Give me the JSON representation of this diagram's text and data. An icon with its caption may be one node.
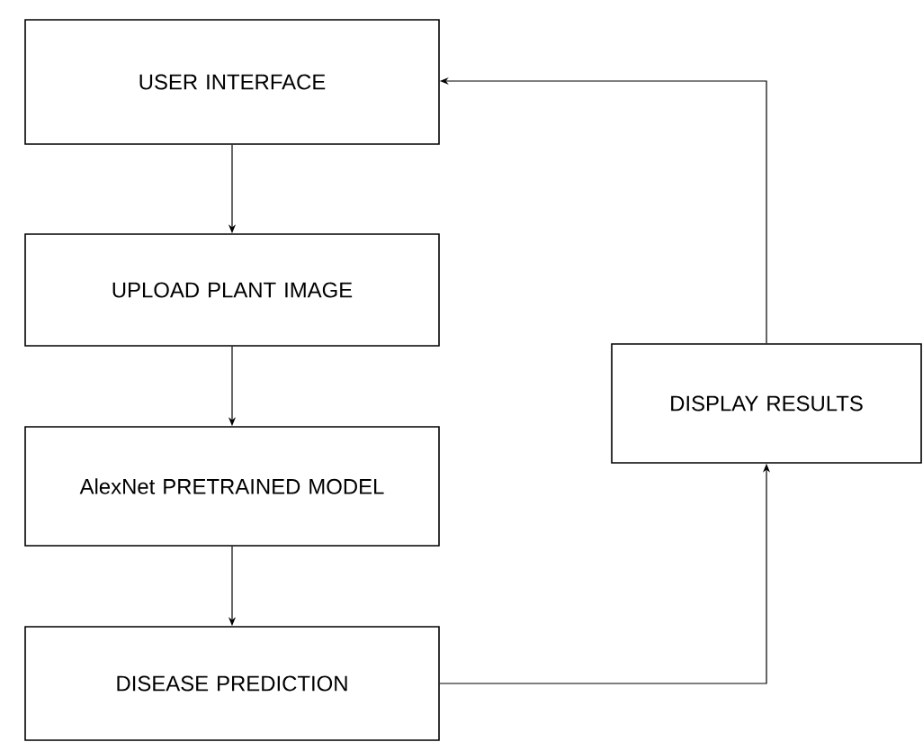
{
  "diagram": {
    "nodes": [
      {
        "text": [
          "USER INTERFACE"
        ]
      },
      {
        "text": [
          "UPLOAD PLANT IMAGE"
        ]
      },
      {
        "text": [
          "AlexNet PRETRAINED MODEL"
        ]
      },
      {
        "text": [
          "DISEASE PREDICTION"
        ]
      },
      {
        "text": [
          "DISPLAY RESULTS"
        ]
      }
    ],
    "edges": [
      {
        "from": 0,
        "to": 1,
        "arrow": "to"
      },
      {
        "from": 1,
        "to": 2,
        "arrow": "to"
      },
      {
        "from": 2,
        "to": 3,
        "arrow": "to"
      },
      {
        "from": 3,
        "to": 4,
        "arrow": "to"
      },
      {
        "from": 4,
        "to": 0,
        "arrow": "to"
      }
    ]
  }
}
